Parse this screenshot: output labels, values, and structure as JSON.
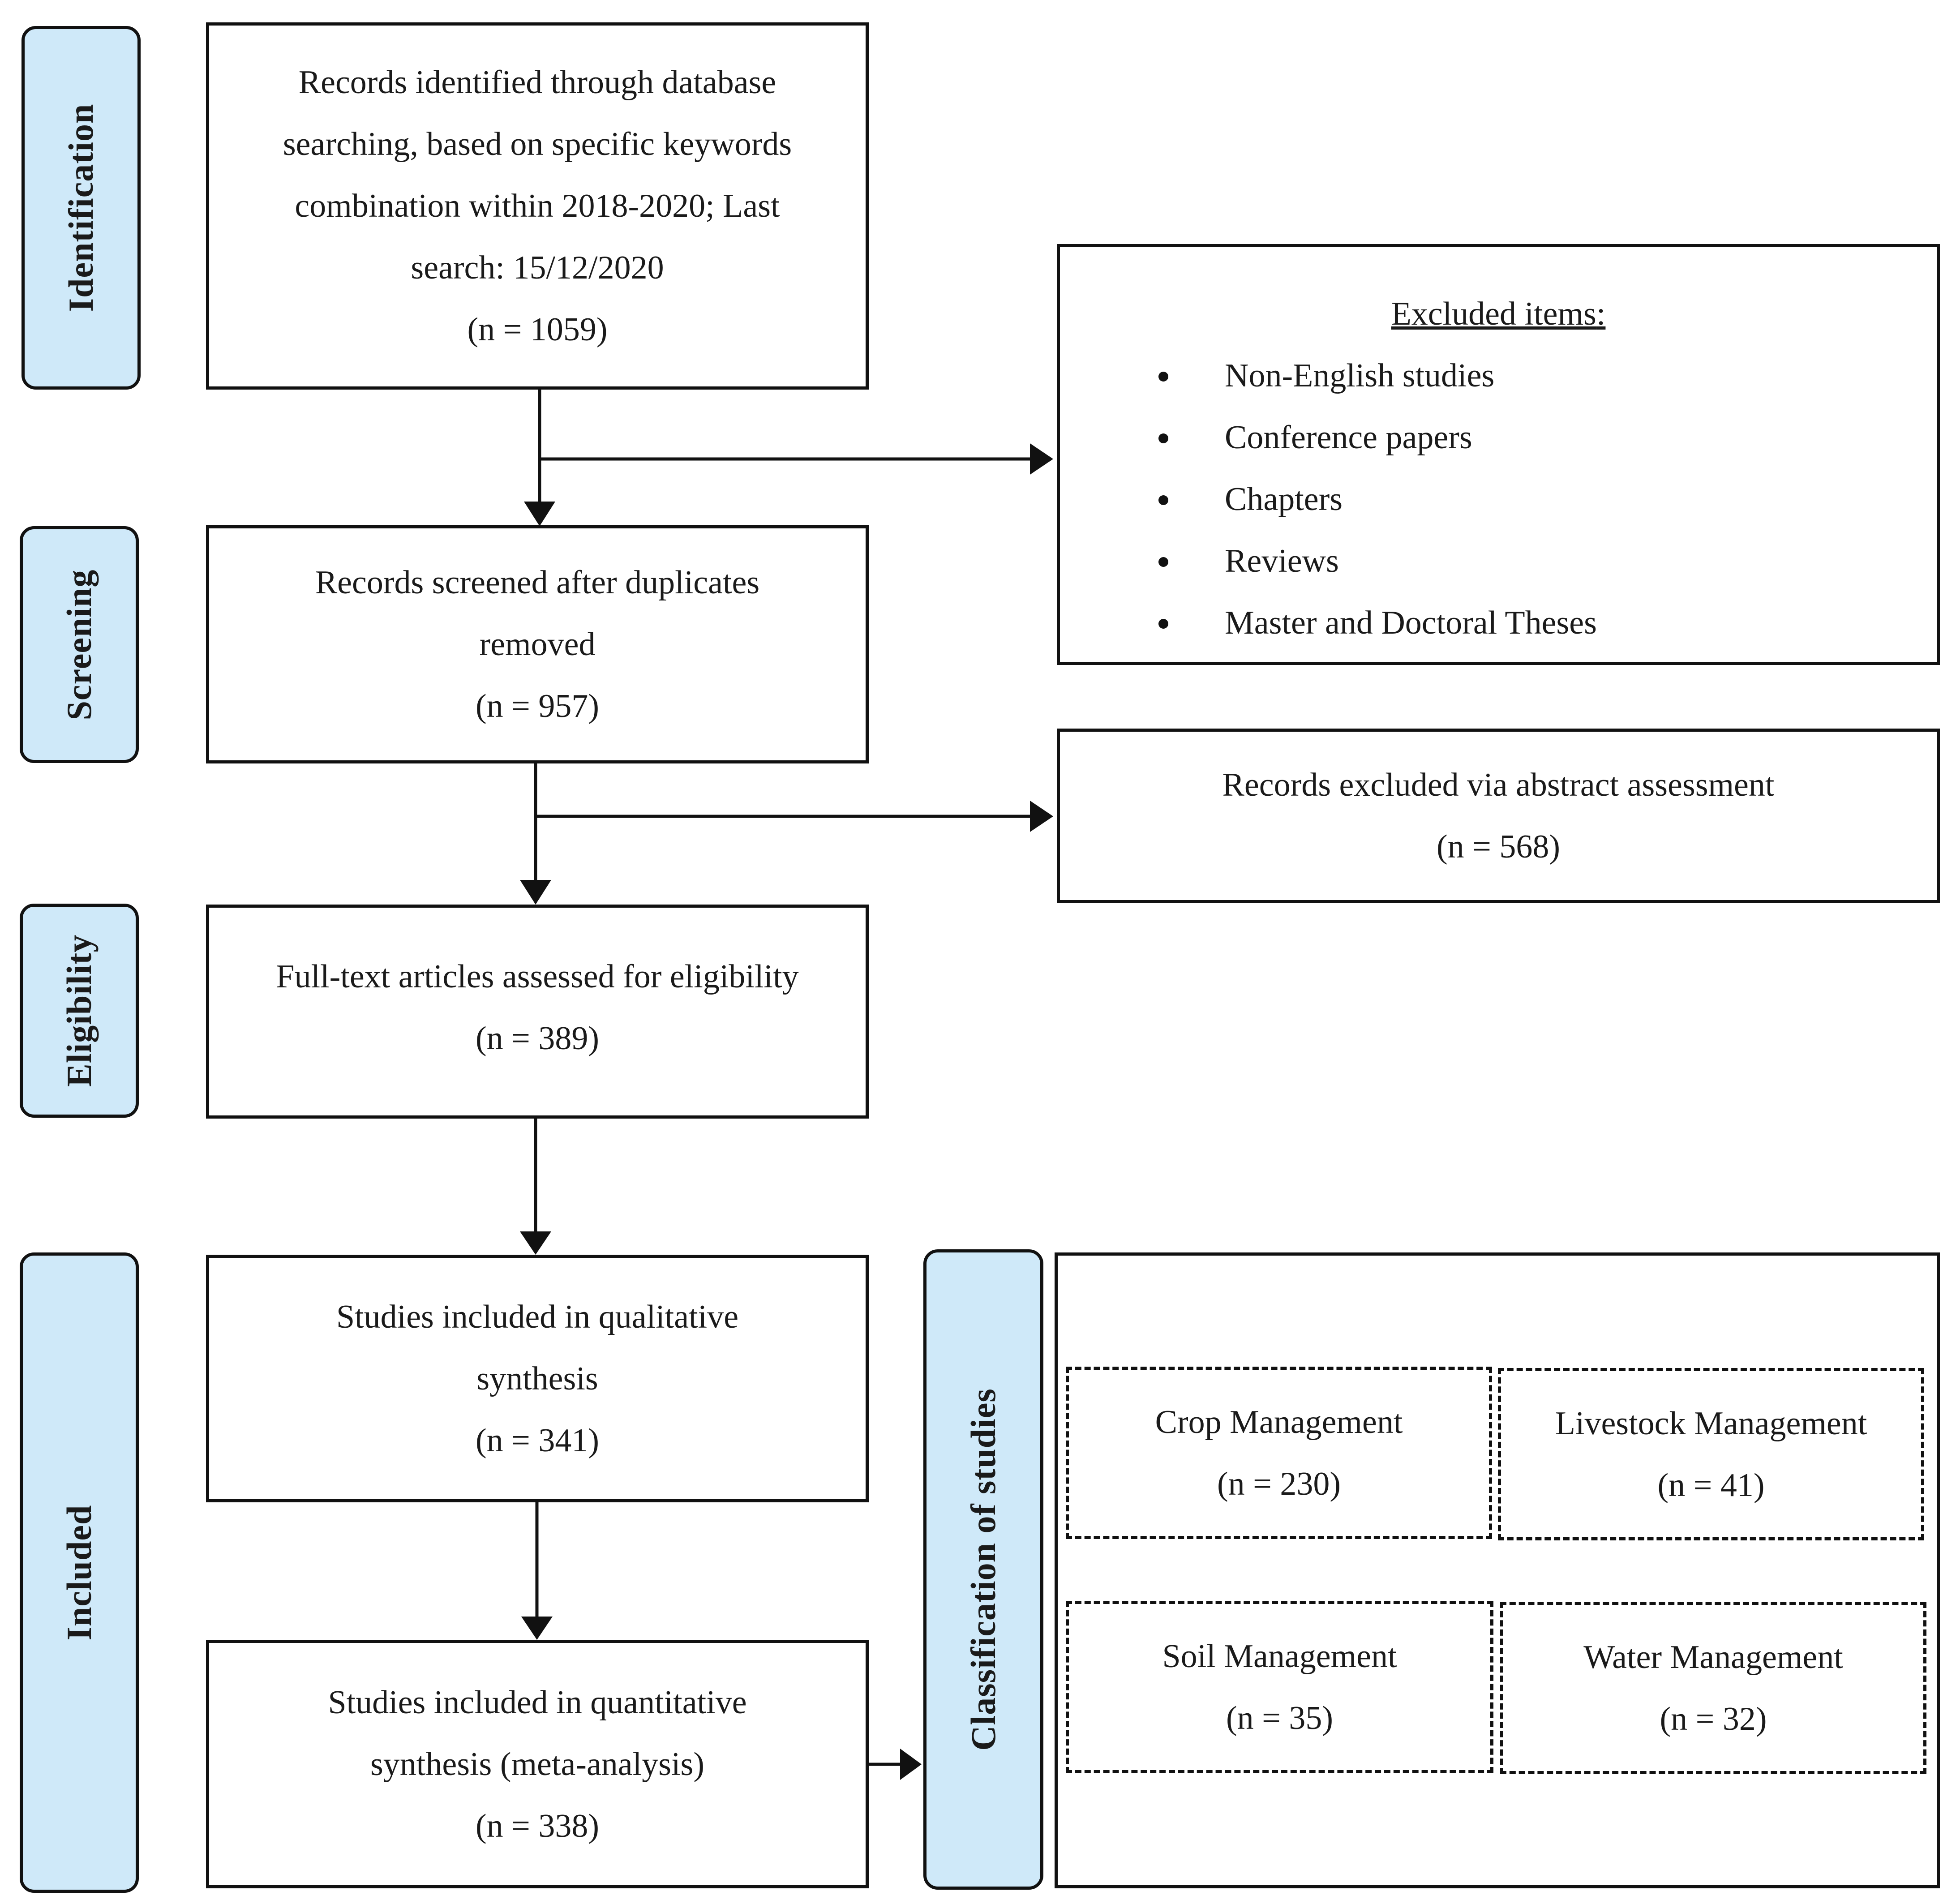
{
  "stages": {
    "identification": "Identification",
    "screening": "Screening",
    "eligibility": "Eligibility",
    "included": "Included"
  },
  "boxes": {
    "identified": {
      "lines": [
        "Records identified through database",
        "searching, based on specific keywords",
        "combination within 2018-2020; Last",
        "search: 15/12/2020"
      ],
      "count": "(n = 1059)"
    },
    "screened": {
      "lines": [
        "Records screened after duplicates",
        "removed"
      ],
      "count": "(n = 957)"
    },
    "eligibility": {
      "lines": [
        "Full-text articles assessed for eligibility"
      ],
      "count": "(n = 389)"
    },
    "qualitative": {
      "lines": [
        "Studies included in qualitative",
        "synthesis"
      ],
      "count": "(n = 341)"
    },
    "quantitative": {
      "lines": [
        "Studies included in quantitative",
        "synthesis (meta-analysis)"
      ],
      "count": "(n = 338)"
    }
  },
  "excluded_items": {
    "title": "Excluded items",
    "colon": ":",
    "items": [
      "Non-English studies",
      "Conference papers",
      "Chapters",
      "Reviews",
      "Master and Doctoral Theses"
    ]
  },
  "abstract_excluded": {
    "label": "Records excluded via abstract assessment",
    "count": "(n = 568)"
  },
  "classification": {
    "label": "Classification of studies",
    "categories": [
      {
        "name": "Crop Management",
        "count": "(n = 230)"
      },
      {
        "name": "Livestock Management",
        "count": "(n = 41)"
      },
      {
        "name": "Soil Management",
        "count": "(n = 35)"
      },
      {
        "name": "Water Management",
        "count": "(n = 32)"
      }
    ]
  },
  "colors": {
    "stage_fill": "#cfe9f9",
    "border": "#111111"
  }
}
